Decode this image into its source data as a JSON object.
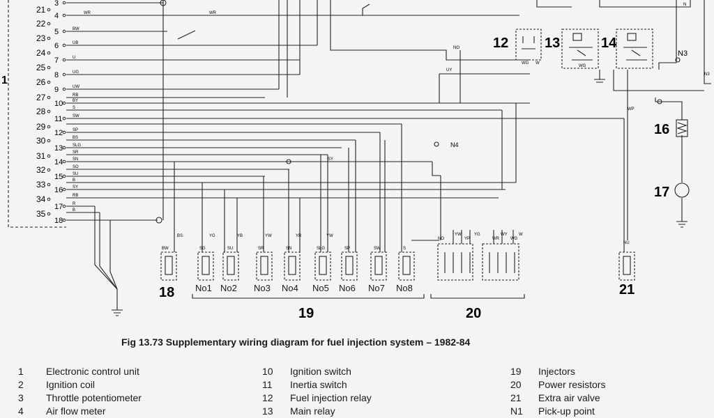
{
  "caption": "Fig 13.73 Supplementary wiring diagram for fuel injection system – 1982-84",
  "pin_labels": [
    "21",
    "22",
    "23",
    "24",
    "25",
    "26",
    "27",
    "28",
    "29",
    "30",
    "31",
    "32",
    "33",
    "34",
    "35",
    "3",
    "4",
    "5",
    "6",
    "7",
    "8",
    "9",
    "10",
    "11",
    "12",
    "13",
    "14",
    "15",
    "16",
    "17",
    "18"
  ],
  "wire_codes": [
    "WR",
    "WR",
    "BW",
    "UB",
    "U",
    "UG",
    "UW",
    "RB",
    "BY",
    "S",
    "SW",
    "SP",
    "BS",
    "SLG",
    "SR",
    "SN",
    "SO",
    "SU",
    "B",
    "RB",
    "R",
    "B",
    "SY",
    "SY",
    "WG",
    "W",
    "WG",
    "UY",
    "NO",
    "N",
    "WP",
    "BS",
    "BW",
    "SG",
    "SU",
    "SR",
    "SN",
    "SLG",
    "SP",
    "SW",
    "S",
    "YG",
    "YB",
    "YW",
    "YR",
    "YW",
    "NO",
    "YW",
    "YP",
    "YG",
    "WR",
    "WY",
    "WG",
    "W",
    "NU",
    "N3"
  ],
  "component_labels": [
    "1",
    "12",
    "13",
    "14",
    "16",
    "17",
    "18",
    "19",
    "20",
    "21"
  ],
  "injector_labels": [
    "No1",
    "No2",
    "No3",
    "No4",
    "No5",
    "No6",
    "No7",
    "No8"
  ],
  "point_labels": [
    "N3",
    "N4"
  ],
  "legend_col1": [
    {
      "num": "1",
      "text": "Electronic control unit"
    },
    {
      "num": "2",
      "text": "Ignition coil"
    },
    {
      "num": "3",
      "text": "Throttle potentiometer"
    },
    {
      "num": "4",
      "text": "Air flow meter"
    }
  ],
  "legend_col2": [
    {
      "num": "10",
      "text": "Ignition switch"
    },
    {
      "num": "11",
      "text": "Inertia switch"
    },
    {
      "num": "12",
      "text": "Fuel injection relay"
    },
    {
      "num": "13",
      "text": "Main relay"
    }
  ],
  "legend_col3": [
    {
      "num": "19",
      "text": "Injectors"
    },
    {
      "num": "20",
      "text": "Power resistors"
    },
    {
      "num": "21",
      "text": "Extra air valve"
    },
    {
      "num": "N1",
      "text": "Pick-up point"
    }
  ]
}
